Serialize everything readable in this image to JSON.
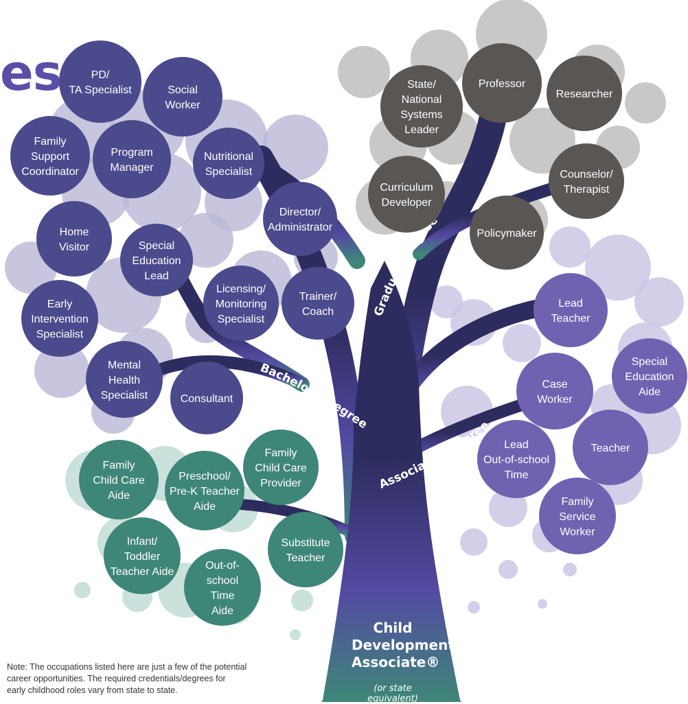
{
  "heading_fragment": "es",
  "colors": {
    "bachelor": "#4a4a8c",
    "bachelor_bg": "#b9b8d6",
    "graduate": "#5a5654",
    "graduate_bg": "#bdbab8",
    "associate": "#7062b0",
    "associate_bg": "#c8c3e4",
    "cda": "#3e8678",
    "cda_bg": "#bdd9d3",
    "trunk_top": "#2d2c5e",
    "trunk_mid": "#544aa3",
    "trunk_bottom": "#3e8678",
    "heading": "#5b4ea8"
  },
  "branches": [
    {
      "key": "bachelor",
      "label": "Bachelor's Degree"
    },
    {
      "key": "graduate",
      "label": "Graduate Degree"
    },
    {
      "key": "associate",
      "label": "Associate's Degree"
    }
  ],
  "trunk": {
    "title_lines": [
      "Child",
      "Development",
      "Associate®"
    ],
    "subtitle": "(or state equivalent)"
  },
  "occupations": {
    "bachelor": [
      {
        "id": "pd-ta-specialist",
        "lines": [
          "PD/",
          "TA Specialist"
        ]
      },
      {
        "id": "social-worker",
        "lines": [
          "Social",
          "Worker"
        ]
      },
      {
        "id": "family-support-coordinator",
        "lines": [
          "Family",
          "Support",
          "Coordinator"
        ]
      },
      {
        "id": "program-manager",
        "lines": [
          "Program",
          "Manager"
        ]
      },
      {
        "id": "nutritional-specialist",
        "lines": [
          "Nutritional",
          "Specialist"
        ]
      },
      {
        "id": "director-administrator",
        "lines": [
          "Director/",
          "Administrator"
        ]
      },
      {
        "id": "home-visitor",
        "lines": [
          "Home",
          "Visitor"
        ]
      },
      {
        "id": "special-education-lead",
        "lines": [
          "Special",
          "Education",
          "Lead"
        ]
      },
      {
        "id": "licensing-monitoring-specialist",
        "lines": [
          "Licensing/",
          "Monitoring",
          "Specialist"
        ]
      },
      {
        "id": "trainer-coach",
        "lines": [
          "Trainer/",
          "Coach"
        ]
      },
      {
        "id": "early-intervention-specialist",
        "lines": [
          "Early",
          "Intervention",
          "Specialist"
        ]
      },
      {
        "id": "mental-health-specialist",
        "lines": [
          "Mental",
          "Health",
          "Specialist"
        ]
      },
      {
        "id": "consultant",
        "lines": [
          "Consultant"
        ]
      }
    ],
    "graduate": [
      {
        "id": "state-national-systems-leader",
        "lines": [
          "State/",
          "National",
          "Systems",
          "Leader"
        ]
      },
      {
        "id": "professor",
        "lines": [
          "Professor"
        ]
      },
      {
        "id": "researcher",
        "lines": [
          "Researcher"
        ]
      },
      {
        "id": "curriculum-developer",
        "lines": [
          "Curriculum",
          "Developer"
        ]
      },
      {
        "id": "counselor-therapist",
        "lines": [
          "Counselor/",
          "Therapist"
        ]
      },
      {
        "id": "policymaker",
        "lines": [
          "Policymaker"
        ]
      }
    ],
    "associate": [
      {
        "id": "lead-teacher",
        "lines": [
          "Lead",
          "Teacher"
        ]
      },
      {
        "id": "case-worker",
        "lines": [
          "Case",
          "Worker"
        ]
      },
      {
        "id": "special-education-aide",
        "lines": [
          "Special",
          "Education",
          "Aide"
        ]
      },
      {
        "id": "lead-out-of-school-time",
        "lines": [
          "Lead",
          "Out-of-school",
          "Time"
        ]
      },
      {
        "id": "teacher",
        "lines": [
          "Teacher"
        ]
      },
      {
        "id": "family-service-worker",
        "lines": [
          "Family",
          "Service",
          "Worker"
        ]
      }
    ],
    "cda": [
      {
        "id": "family-child-care-aide",
        "lines": [
          "Family",
          "Child Care",
          "Aide"
        ]
      },
      {
        "id": "family-child-care-provider",
        "lines": [
          "Family",
          "Child Care",
          "Provider"
        ]
      },
      {
        "id": "preschool-pre-k-teacher-aide",
        "lines": [
          "Preschool/",
          "Pre-K Teacher",
          "Aide"
        ]
      },
      {
        "id": "infant-toddler-teacher-aide",
        "lines": [
          "Infant/",
          "Toddler",
          "Teacher Aide"
        ]
      },
      {
        "id": "substitute-teacher",
        "lines": [
          "Substitute",
          "Teacher"
        ]
      },
      {
        "id": "out-of-school-time-aide",
        "lines": [
          "Out-of-",
          "school",
          "Time",
          "Aide"
        ]
      }
    ]
  },
  "note_lines": [
    "Note: The occupations listed here are just a few of the potential",
    "career opportunities. The required credentials/degrees for",
    "early childhood roles vary from state to state."
  ]
}
